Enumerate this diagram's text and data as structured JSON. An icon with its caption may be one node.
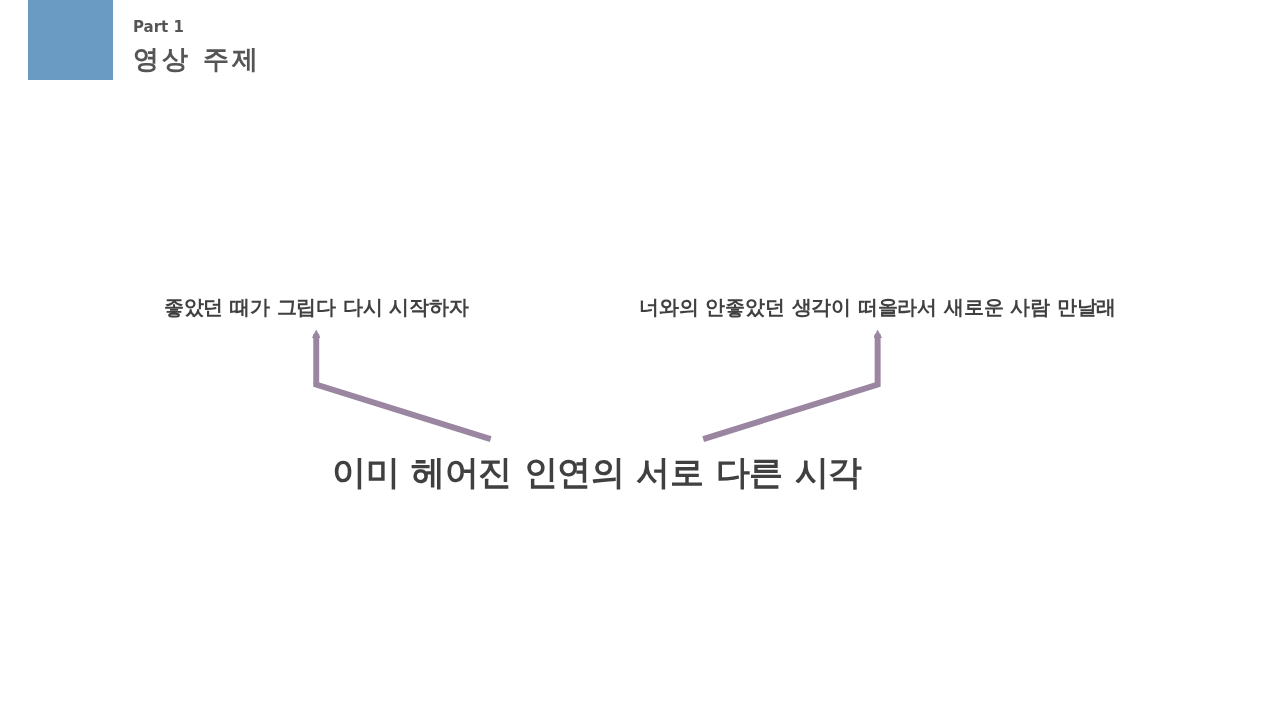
{
  "diagram": {
    "title": "영상 주제",
    "nodes": [
      {
        "text": [
          "좋았던 때가 그립다 다시 시작하자"
        ]
      },
      {
        "text": [
          "너와의 안좋았던 생각이 떠올라서 새로운 사람 만날래"
        ]
      },
      {
        "text": [
          "이미 헤어진 인연의 서로 다른 시각"
        ]
      }
    ],
    "edges": [
      {
        "from": 2,
        "to": 0,
        "arrow": "to"
      },
      {
        "from": 2,
        "to": 1,
        "arrow": "to"
      }
    ],
    "labels": [
      "Part 1"
    ]
  }
}
